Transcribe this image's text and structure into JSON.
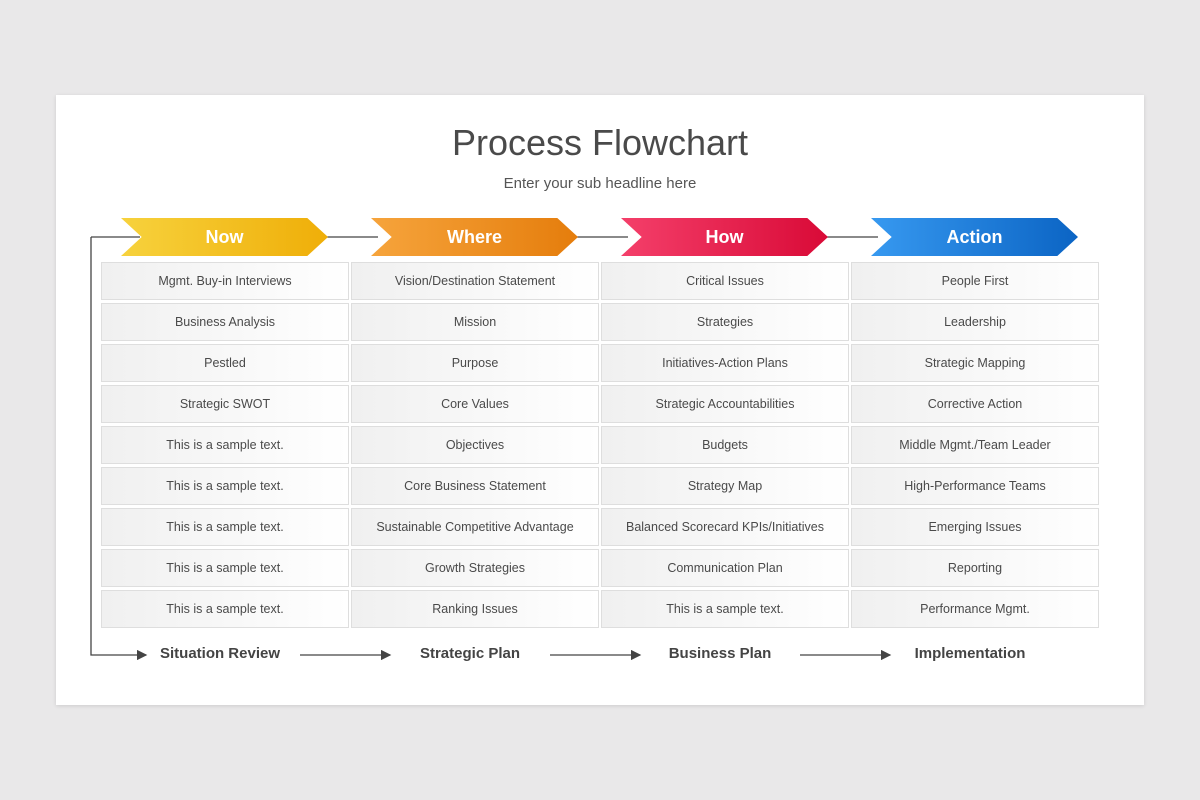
{
  "title": "Process Flowchart",
  "subtitle": "Enter your sub headline here",
  "columns": [
    {
      "header": "Now",
      "color_start": "#f7d23d",
      "color_end": "#efae08",
      "items": [
        "Mgmt. Buy-in Interviews",
        "Business Analysis",
        "Pestled",
        "Strategic SWOT",
        "This is a sample text.",
        "This is a sample text.",
        "This is a sample text.",
        "This is a sample text.",
        "This is a sample text."
      ],
      "footer": "Situation Review"
    },
    {
      "header": "Where",
      "color_start": "#f6a43c",
      "color_end": "#e57d0c",
      "items": [
        "Vision/Destination Statement",
        "Mission",
        "Purpose",
        "Core Values",
        "Objectives",
        "Core Business Statement",
        "Sustainable Competitive Advantage",
        "Growth Strategies",
        "Ranking Issues"
      ],
      "footer": "Strategic Plan"
    },
    {
      "header": "How",
      "color_start": "#f43f6a",
      "color_end": "#d90a37",
      "items": [
        "Critical Issues",
        "Strategies",
        "Initiatives-Action Plans",
        "Strategic Accountabilities",
        "Budgets",
        "Strategy Map",
        "Balanced Scorecard KPIs/Initiatives",
        "Communication Plan",
        "This is a sample text."
      ],
      "footer": "Business Plan"
    },
    {
      "header": "Action",
      "color_start": "#3799f0",
      "color_end": "#0b64c4",
      "items": [
        "People First",
        "Leadership",
        "Strategic Mapping",
        "Corrective Action",
        "Middle Mgmt./Team Leader",
        "High-Performance Teams",
        "Emerging Issues",
        "Reporting",
        "Performance Mgmt."
      ],
      "footer": "Implementation"
    }
  ]
}
